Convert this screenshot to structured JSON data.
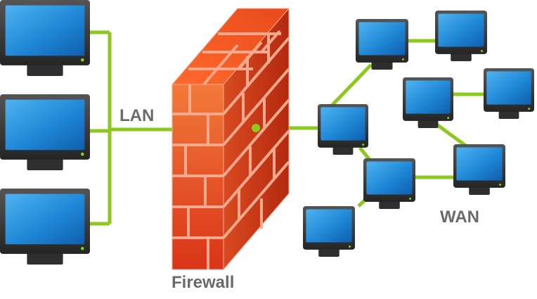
{
  "labels": {
    "lan": "LAN",
    "firewall": "Firewall",
    "wan": "WAN"
  },
  "colors": {
    "link": "#8cc81e",
    "label": "#6a6a6a",
    "screen": "#1f87d6",
    "bezel": "#3a3a3a",
    "power_led": "#7ed321",
    "brick": "#e8461c",
    "mortar": "#f6a98d"
  },
  "nodes": {
    "lan": [
      "lan-computer-1",
      "lan-computer-2",
      "lan-computer-3"
    ],
    "wan": [
      "wan-computer-1",
      "wan-computer-2",
      "wan-computer-3",
      "wan-computer-4",
      "wan-computer-5",
      "wan-computer-6",
      "wan-computer-7",
      "wan-computer-8"
    ]
  }
}
